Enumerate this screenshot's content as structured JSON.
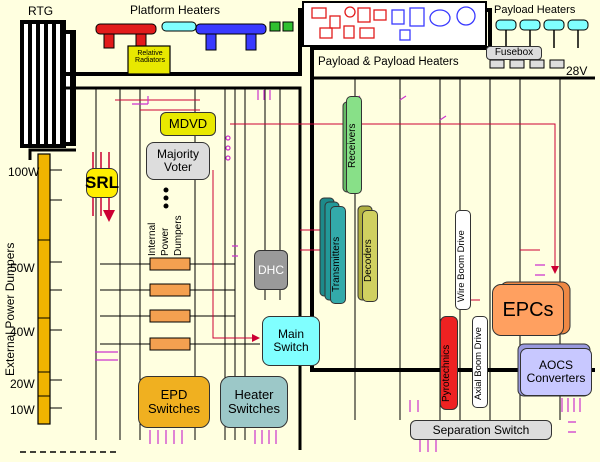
{
  "labels": {
    "rtg": "RTG",
    "platform_heaters": "Platform Heaters",
    "payload_heaters_top": "Payload Heaters",
    "fusebox": "Fusebox",
    "payload_and_payload_heaters": "Payload & Payload Heaters",
    "bus_voltage": "28V",
    "external_power_dumpers": "External Power Dumpers",
    "power_levels": [
      "100W",
      "50W",
      "40W",
      "20W",
      "10W"
    ],
    "srl": "SRL",
    "mdvd": "MDVD",
    "majority_voter": [
      "Majority",
      "Voter"
    ],
    "internal_power_dumpers": [
      "Internal",
      "Power",
      "Dumpers"
    ],
    "relative_radiators": [
      "Relative",
      "Radiators"
    ],
    "dhc": "DHC",
    "main_switch": [
      "Main",
      "Switch"
    ],
    "epd_switches": [
      "EPD",
      "Switches"
    ],
    "heater_switches": [
      "Heater",
      "Switches"
    ],
    "receivers": "Receivers",
    "transmitters": "Transmitters",
    "decoders": "Decoders",
    "wire_boom_drive": "Wire Boom Drive",
    "axial_boom_drive": "Axial Boom Drive",
    "pyrotechnics": "Pyrotechnics",
    "epcs": "EPCs",
    "aocs_converters": [
      "AOCS",
      "Converters"
    ],
    "separation_switch": "Separation Switch"
  },
  "colors": {
    "background": "#ffffe0",
    "bus_line": "#000000",
    "signal_line": "#cc0033",
    "connector": "#cc33cc",
    "dumper_bar": "#f0b400",
    "internal_dumper": "#f4a050",
    "srl_box": "#ffee00",
    "mdvd_box": "#e8e800",
    "voter_box": "#dddddd",
    "dhc_box": "#9a9a9a",
    "main_switch_box": "#80ffff",
    "epd_box": "#f0b020",
    "heater_switch_box": "#9cc8c8",
    "receivers_box": "#88e088",
    "transmitters_box": "#33aaaa",
    "decoders_box": "#d0d060",
    "pyrotechnics_box": "#ee2222",
    "epcs_box": "#ffa060",
    "aocs_box": "#c8c8ff",
    "separation_box": "#dddddd",
    "fusebox_box": "#dddddd"
  },
  "icons": [
    "rtg-fins-icon",
    "platform-heater-icon",
    "payload-instrument-icon",
    "fuse-icon",
    "power-dumper-resistor-icon",
    "connector-icon"
  ]
}
